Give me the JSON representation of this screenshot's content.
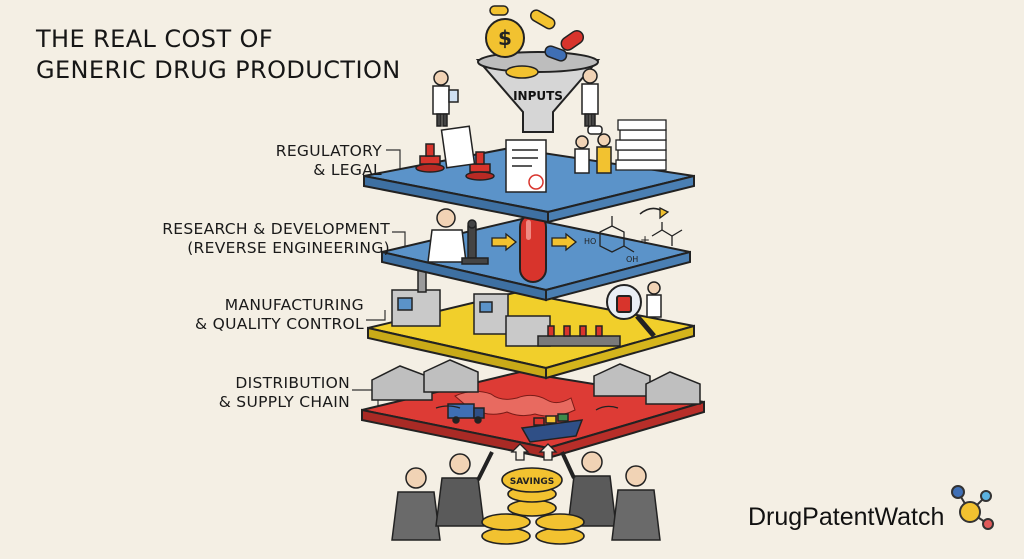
{
  "title": {
    "line1": "THE REAL COST OF",
    "line2": "GENERIC DRUG PRODUCTION"
  },
  "funnel": {
    "label": "INPUTS"
  },
  "layers": [
    {
      "id": "regulatory",
      "line1": "REGULATORY",
      "line2": "& LEGAL",
      "color": "#5b93c9"
    },
    {
      "id": "rnd",
      "line1": "RESEARCH & DEVELOPMENT",
      "line2": "(REVERSE ENGINEERING)",
      "color": "#5b93c9"
    },
    {
      "id": "manufacturing",
      "line1": "MANUFACTURING",
      "line2": "& QUALITY CONTROL",
      "color": "#f1cf2b"
    },
    {
      "id": "distribution",
      "line1": "DISTRIBUTION",
      "line2": "& SUPPLY CHAIN",
      "color": "#dd3b35"
    }
  ],
  "savings": {
    "label": "SAVINGS"
  },
  "brand": {
    "name": "DrugPatentWatch"
  },
  "colors": {
    "gold": "#f2c230",
    "pill_red": "#d8342c",
    "outline": "#222222",
    "background": "#f4efe4"
  }
}
